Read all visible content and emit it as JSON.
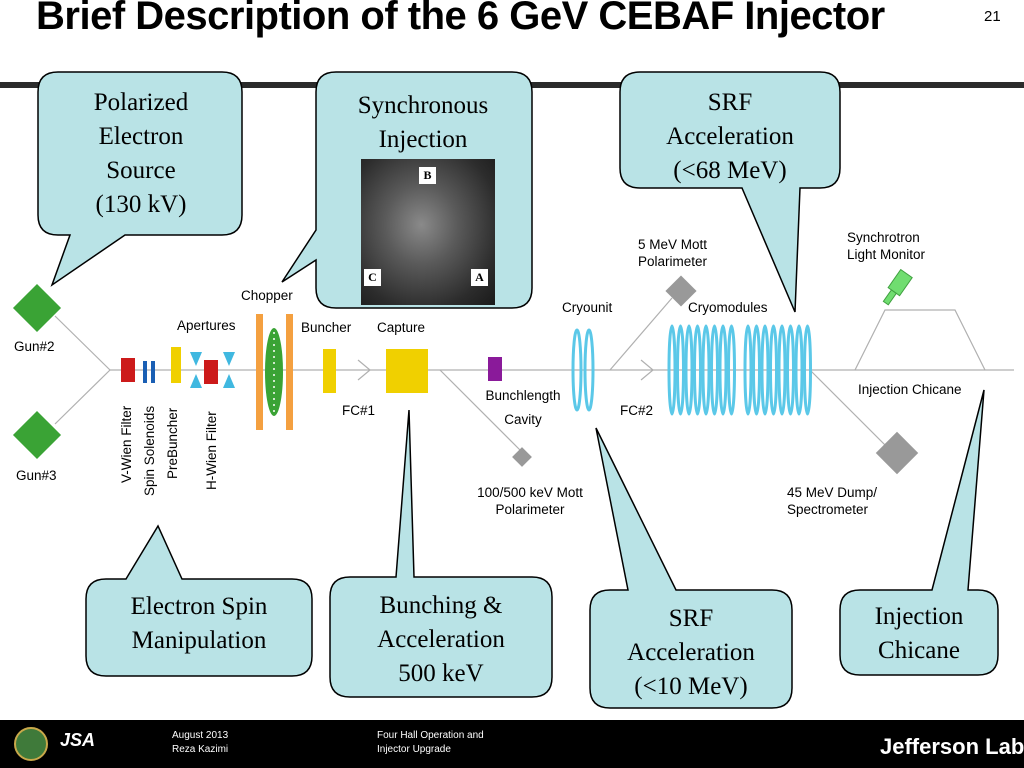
{
  "title": "Brief Description of the 6 GeV CEBAF Injector",
  "page_number": "21",
  "callouts": {
    "polarized_source": [
      "Polarized",
      "Electron",
      "Source",
      "(130 kV)"
    ],
    "sync_injection": [
      "Synchronous",
      "Injection"
    ],
    "srf_68": [
      "SRF",
      "Acceleration",
      "(<68 MeV)"
    ],
    "spin_manip": [
      "Electron Spin",
      "Manipulation"
    ],
    "bunching": [
      "Bunching &",
      "Acceleration",
      "500 keV"
    ],
    "srf_10": [
      "SRF",
      "Acceleration",
      "(<10 MeV)"
    ],
    "chicane": [
      "Injection",
      "Chicane"
    ]
  },
  "photo_labels": {
    "b": "B",
    "c": "C",
    "a": "A"
  },
  "labels": {
    "gun2": "Gun#2",
    "gun3": "Gun#3",
    "apertures": "Apertures",
    "chopper": "Chopper",
    "buncher": "Buncher",
    "capture": "Capture",
    "fc1": "FC#1",
    "bunchlength": [
      "Bunchlength",
      "Cavity"
    ],
    "mott100": [
      "100/500 keV Mott",
      "Polarimeter"
    ],
    "cryounit": "Cryounit",
    "fc2": "FC#2",
    "mott5": [
      "5 MeV Mott",
      "Polarimeter"
    ],
    "cryomodules": "Cryomodules",
    "synchrotron": [
      "Synchrotron",
      "Light Monitor"
    ],
    "injection_chicane": "Injection Chicane",
    "dump": [
      "45 MeV Dump/",
      "Spectrometer"
    ],
    "vwien": "V-Wien Filter",
    "spin_solenoids": "Spin Solenoids",
    "prebuncher": "PreBuncher",
    "hwien": "H-Wien Filter"
  },
  "footer": {
    "date": "August 2013",
    "author": "Reza Kazimi",
    "talk": [
      "Four Hall Operation and",
      "Injector Upgrade"
    ],
    "jsa": "JSA",
    "lab": "Jefferson Lab"
  },
  "colors": {
    "callout_fill": "#b9e3e6",
    "gun_green": "#3aa335",
    "dipole_red": "#cc1a1a",
    "yellow": "#f0d000",
    "orange": "#f4a040",
    "cavity_blue": "#5bc8e8",
    "purple": "#8a1a9a",
    "gray": "#a0a0a0"
  }
}
